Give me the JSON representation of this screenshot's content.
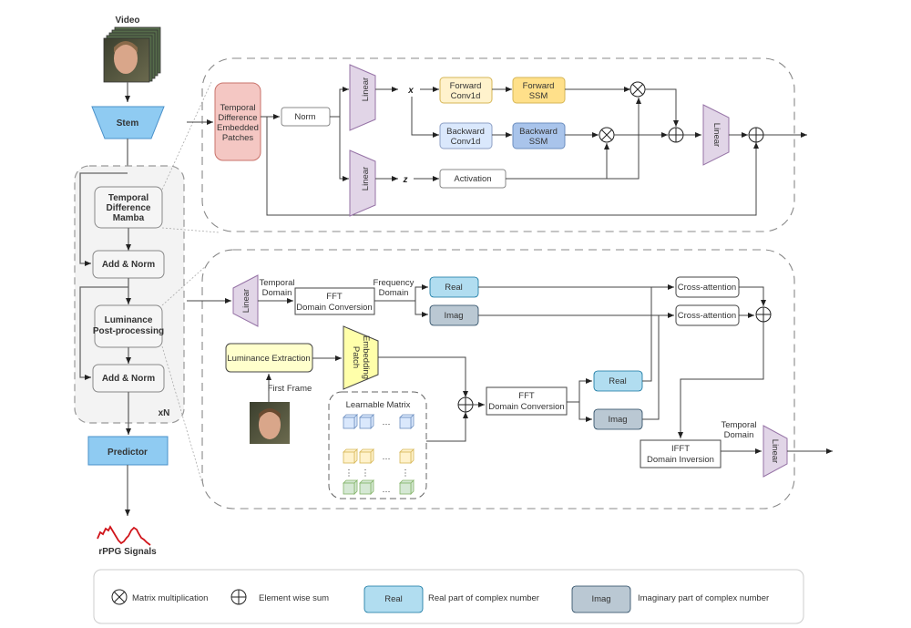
{
  "pipeline": {
    "input_label": "Video",
    "stem": "Stem",
    "blocks": {
      "tdm": [
        "Temporal",
        "Difference",
        "Mamba"
      ],
      "add_norm_1": "Add & Norm",
      "lpp": [
        "Luminance",
        "Post-processing"
      ],
      "add_norm_2": "Add & Norm",
      "repeat": "xN"
    },
    "predictor": "Predictor",
    "output_label": "rPPG Signals"
  },
  "mamba_block": {
    "tde_patches": [
      "Temporal",
      "Difference",
      "Embedded",
      "Patches"
    ],
    "norm": "Norm",
    "linear_top": "Linear",
    "linear_bottom": "Linear",
    "x_label": "x",
    "z_label": "z",
    "forward_conv": [
      "Forward",
      "Conv1d"
    ],
    "forward_ssm": [
      "Forward",
      "SSM"
    ],
    "backward_conv": [
      "Backward",
      "Conv1d"
    ],
    "backward_ssm": [
      "Backward",
      "SSM"
    ],
    "activation": "Activation",
    "linear_out": "Linear"
  },
  "luminance_block": {
    "linear_in": "Linear",
    "temporal_domain": [
      "Temporal",
      "Domain"
    ],
    "fft1": [
      "FFT",
      "Domain Conversion"
    ],
    "frequency_domain": [
      "Frequency",
      "Domain"
    ],
    "real1": "Real",
    "imag1": "Imag",
    "luminance_extraction": "Luminance Extraction",
    "patch_embedding": [
      "Patch",
      "Embedding"
    ],
    "first_frame": "First Frame",
    "learnable_matrix": "Learnable Matrix",
    "ellipsis": "…",
    "fft2": [
      "FFT",
      "Domain Conversion"
    ],
    "real2": "Real",
    "imag2": "Imag",
    "cross_attention_1": "Cross-attention",
    "cross_attention_2": "Cross-attention",
    "ifft": [
      "IFFT",
      "Domain Inversion"
    ],
    "temporal_domain_out": [
      "Temporal",
      "Domain"
    ],
    "linear_out": "Linear"
  },
  "legend": {
    "matrix_mult": "Matrix multiplication",
    "element_sum": "Element wise sum",
    "real_box": "Real",
    "real_desc": "Real part of complex number",
    "imag_box": "Imag",
    "imag_desc": "Imaginary part of complex number"
  },
  "colors": {
    "stem": "#8fcbf2",
    "predictor": "#8fcbf2",
    "tde": "#f4c7c3",
    "linear": "#e1d5e7",
    "forward_conv": "#fff2cc",
    "forward_ssm": "#ffe08a",
    "backward_conv": "#dae8fc",
    "backward_ssm": "#a9c4eb",
    "real": "#b1ddf0",
    "imag": "#bac8d3",
    "luminance": "#ffffcc"
  }
}
